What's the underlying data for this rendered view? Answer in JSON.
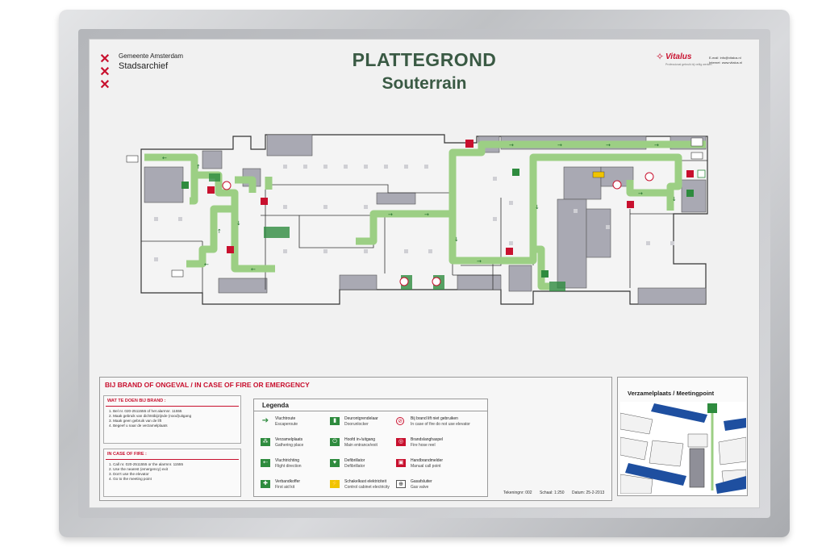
{
  "organization": {
    "line1": "Gemeente Amsterdam",
    "line2": "Stadsarchief",
    "emblem_color": "#c8102e"
  },
  "title": {
    "main": "PLATTEGROND",
    "sub": "Souterrain",
    "color": "#3a5a44"
  },
  "vendor": {
    "name": "Vitalus",
    "tagline": "Professional gebruik bij veilig werken",
    "email_label": "E-mail",
    "email": "info@vitalus.nl",
    "internet_label": "Internet",
    "internet": "www.vitalus.nl"
  },
  "colors": {
    "escape_route": "#9ccf84",
    "room_grey": "#a9a9b3",
    "wall": "#333333",
    "emergency_red": "#c8102e",
    "water": "#1e4fa0"
  },
  "emergency": {
    "title": "BIJ BRAND OF ONGEVAL / IN CASE OF FIRE OR EMERGENCY",
    "todo_title": "WAT TE DOEN BIJ BRAND :",
    "todo_steps": [
      "1.   Bel nr. 020-2511555 of het alarmnr. 11555",
      "2.   Maak gebruik van dichtstbijzijnde (nood)uitgang",
      "3.   Maak geen gebruik van de lift",
      "4.   Begeef u naar de verzamelplaats"
    ],
    "fire_title": "IN CASE OF FIRE :",
    "fire_steps": [
      "1.   Call nr. 020-2511555 or the alarmnr. 11555",
      "2.   Use the nearest (emergency) exit",
      "3.   Don't use the elevator",
      "4.   Go to the meeting point"
    ]
  },
  "legend": {
    "title": "Legenda",
    "items": [
      {
        "nl": "Vluchtroute",
        "en": "Escaperoute",
        "icon": "arrow-right-icon",
        "style": "ic-arrow",
        "glyph": "➔"
      },
      {
        "nl": "Verzamelplaats",
        "en": "Gathering place",
        "icon": "gathering-icon",
        "style": "ic-green",
        "glyph": "⁂"
      },
      {
        "nl": "Vluchtrichting",
        "en": "Flight direction",
        "icon": "flight-direction-icon",
        "style": "ic-green",
        "glyph": "⇠"
      },
      {
        "nl": "Verbandkoffer",
        "en": "First aid kit",
        "icon": "first-aid-icon",
        "style": "ic-green",
        "glyph": "✚"
      },
      {
        "nl": "Deurontgrendelaar",
        "en": "Doorunlocker",
        "icon": "door-unlock-icon",
        "style": "ic-green",
        "glyph": "▮"
      },
      {
        "nl": "Hoofd in-/uitgang",
        "en": "Main entrance/exit",
        "icon": "main-exit-icon",
        "style": "ic-green",
        "glyph": "⏻"
      },
      {
        "nl": "Defibrillator",
        "en": "Defibrillator",
        "icon": "defibrillator-icon",
        "style": "ic-green",
        "glyph": "♥"
      },
      {
        "nl": "Schakelkast elektriciteit",
        "en": "Control cabinet electricity",
        "icon": "electricity-icon",
        "style": "ic-yellow",
        "glyph": "⚡"
      },
      {
        "nl": "Bij brand lift niet gebruiken",
        "en": "In case of fire do not use elevator",
        "icon": "no-elevator-icon",
        "style": "ic-nolift",
        "glyph": "⊘"
      },
      {
        "nl": "Brandslanghaspel",
        "en": "Fire hose reel",
        "icon": "fire-hose-icon",
        "style": "ic-red",
        "glyph": "◎"
      },
      {
        "nl": "Handbrandmelder",
        "en": "Manual call point",
        "icon": "call-point-icon",
        "style": "ic-red",
        "glyph": "▣"
      },
      {
        "nl": "Gasafsluiter",
        "en": "Gas valve",
        "icon": "gas-valve-icon",
        "style": "ic-white",
        "glyph": "⊕"
      }
    ]
  },
  "footer": {
    "drawing_no": "Tekeningnr: 002",
    "scale": "Schaal: 1:250",
    "date": "Datum: 25-2-2013"
  },
  "meeting_point": {
    "title": "Verzamelplaats  / Meetingpoint"
  }
}
